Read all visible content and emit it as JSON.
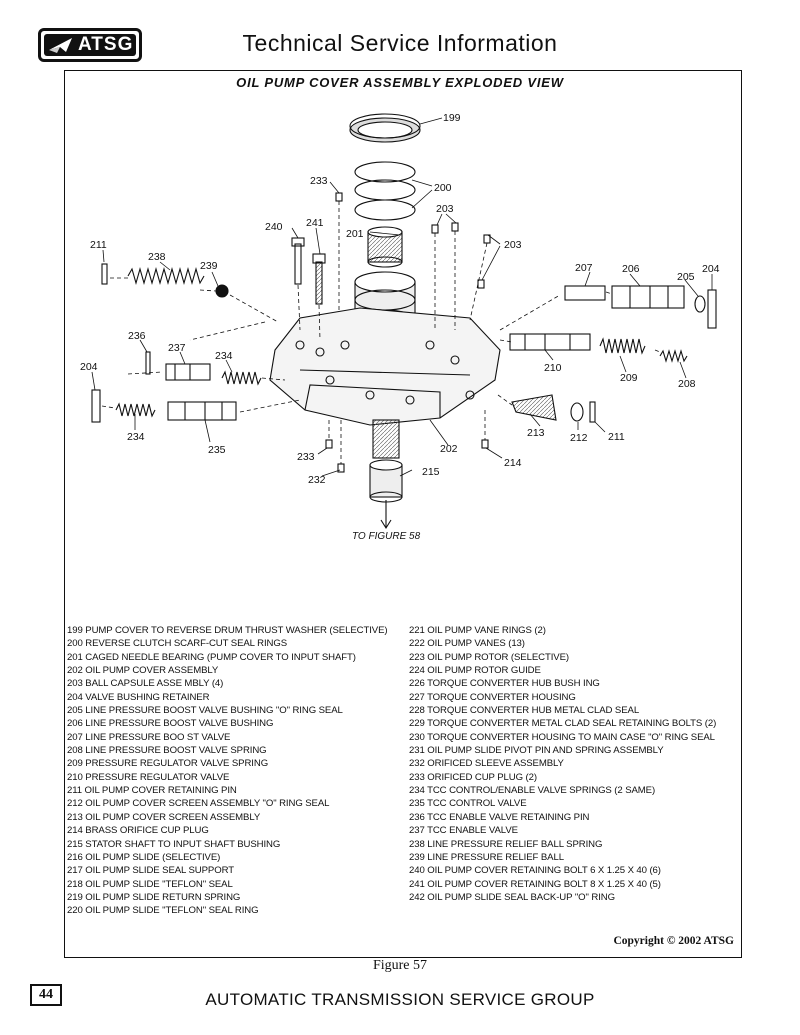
{
  "header": {
    "logo_text": "ATSG",
    "title": "Technical Service Information"
  },
  "diagram": {
    "title": "OIL PUMP COVER ASSEMBLY EXPLODED VIEW",
    "to_figure": "TO FIGURE 58",
    "callouts": [
      "199",
      "200",
      "201",
      "202",
      "203",
      "203",
      "204",
      "204",
      "205",
      "206",
      "207",
      "208",
      "209",
      "210",
      "211",
      "211",
      "212",
      "213",
      "214",
      "215",
      "232",
      "233",
      "233",
      "234",
      "234",
      "235",
      "236",
      "237",
      "238",
      "239",
      "240",
      "241"
    ]
  },
  "legend": {
    "left": [
      "199 PUMP COVER TO REVERSE DRUM THRUST WASHER (SELECTIVE)",
      "200 REVERSE CLUTCH SCARF-CUT SEAL RINGS",
      "201 CAGED NEEDLE BEARING (PUMP COVER TO INPUT SHAFT)",
      "202 OIL PUMP COVER ASSEMBLY",
      "203 BALL CAPSULE ASSE MBLY (4)",
      "204 VALVE BUSHING RETAINER",
      "205 LINE PRESSURE BOOST VALVE BUSHING \"O\" RING SEAL",
      "206 LINE PRESSURE BOOST VALVE BUSHING",
      "207 LINE PRESSURE BOO ST VALVE",
      "208 LINE PRESSURE BOOST VALVE SPRING",
      "209 PRESSURE REGULATOR VALVE SPRING",
      "210 PRESSURE REGULATOR VALVE",
      "211 OIL PUMP COVER RETAINING PIN",
      "212 OIL PUMP COVER SCREEN ASSEMBLY \"O\" RING SEAL",
      "213 OIL PUMP COVER SCREEN ASSEMBLY",
      "214 BRASS ORIFICE CUP PLUG",
      "215 STATOR SHAFT TO INPUT SHAFT BUSHING",
      "216 OIL PUMP SLIDE   (SELECTIVE)",
      "217 OIL PUMP SLIDE SEAL SUPPORT",
      "218 OIL PUMP SLIDE \"TEFLON\" SEAL",
      "219 OIL PUMP SLIDE RETURN SPRING",
      "220 OIL PUMP SLIDE \"TEFLON\" SEAL RING"
    ],
    "right": [
      "221 OIL PUMP VANE RINGS  (2)",
      "222 OIL PUMP VANES  (13)",
      "223 OIL PUMP ROTOR   (SELECTIVE)",
      "224 OIL PUMP ROTOR GUIDE",
      "226 TORQUE CONVERTER HUB BUSH ING",
      "227 TORQUE CONVERTER HOUSING",
      "228 TORQUE CONVERTER HUB METAL CLAD SEAL",
      "229 TORQUE CONVERTER METAL CLAD SEAL RETAINING BOLTS  (2)",
      "230 TORQUE CONVERTER HOUSING TO MAIN CASE \"O\" RING SEAL",
      "231 OIL PUMP SLIDE PIVOT PIN AND SPRING ASSEMBLY",
      "232 ORIFICED SLEEVE ASSEMBLY",
      "233 ORIFICED CUP PLUG  (2)",
      "234 TCC CONTROL/ENABLE VALVE SPRINGS (2 SAME)",
      "235 TCC CONTROL VALVE",
      "236 TCC ENABLE VALVE RETAINING PIN",
      "237 TCC ENABLE VALVE",
      "238 LINE PRESSURE RELIEF BALL SPRING",
      "239 LINE PRESSURE RELIEF BALL",
      "240 OIL PUMP COVER RETAINING BOLT 6 X 1.25 X 40 (6)",
      "241 OIL PUMP COVER RETAINING BOLT 8 X 1.25 X 40 (5)",
      "242 OIL PUMP SLIDE SEAL BACK-UP \"O\" RING"
    ]
  },
  "copyright": "Copyright © 2002 ATSG",
  "figure_caption": "Figure 57",
  "page_number": "44",
  "footer": "AUTOMATIC TRANSMISSION SERVICE GROUP"
}
